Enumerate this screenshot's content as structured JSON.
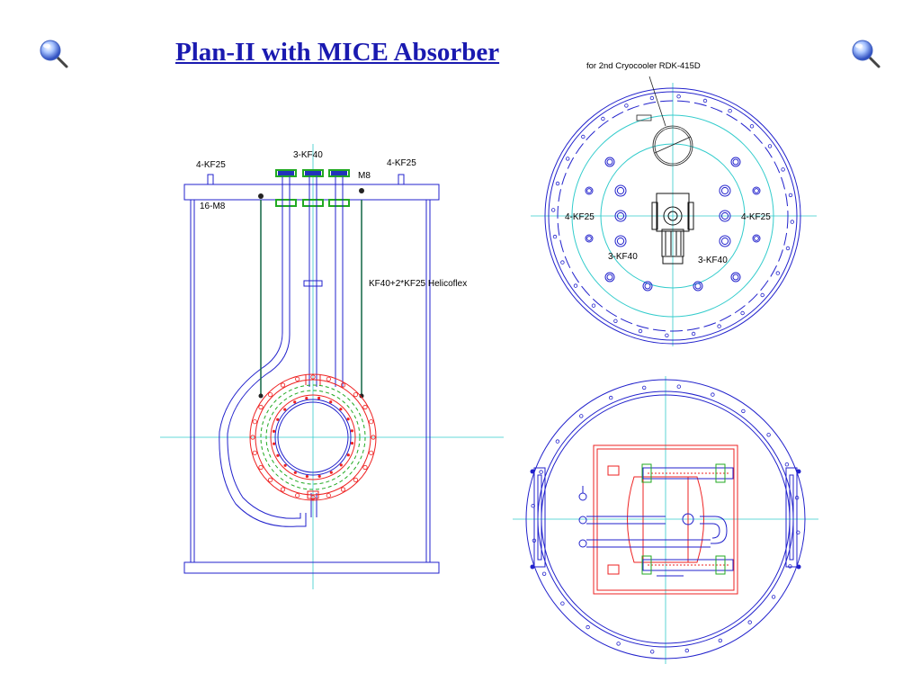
{
  "slide": {
    "title": "Plan-II with MICE Absorber",
    "bullet_icon": "crystal-ball-pin-icon"
  },
  "side_view": {
    "labels": {
      "kf25_left": "4-KF25",
      "kf40_top": "3-KF40",
      "kf25_right": "4-KF25",
      "m8": "M8",
      "m8_16": "16-M8",
      "helicoflex": "KF40+2*KF25 Helicoflex"
    }
  },
  "top_view": {
    "labels": {
      "cryocooler": "for 2nd Cryocooler RDK-415D",
      "kf25_left": "4-KF25",
      "kf25_right": "4-KF25",
      "kf40_left": "3-KF40",
      "kf40_right": "3-KF40"
    }
  },
  "bottom_view": {},
  "colors": {
    "title": "#1a1ab0",
    "outline": "#2222cc",
    "centerline": "#33cccc",
    "flange": "#ee2222",
    "helicoflex": "#22aa22",
    "support": "#1f6f4f"
  }
}
